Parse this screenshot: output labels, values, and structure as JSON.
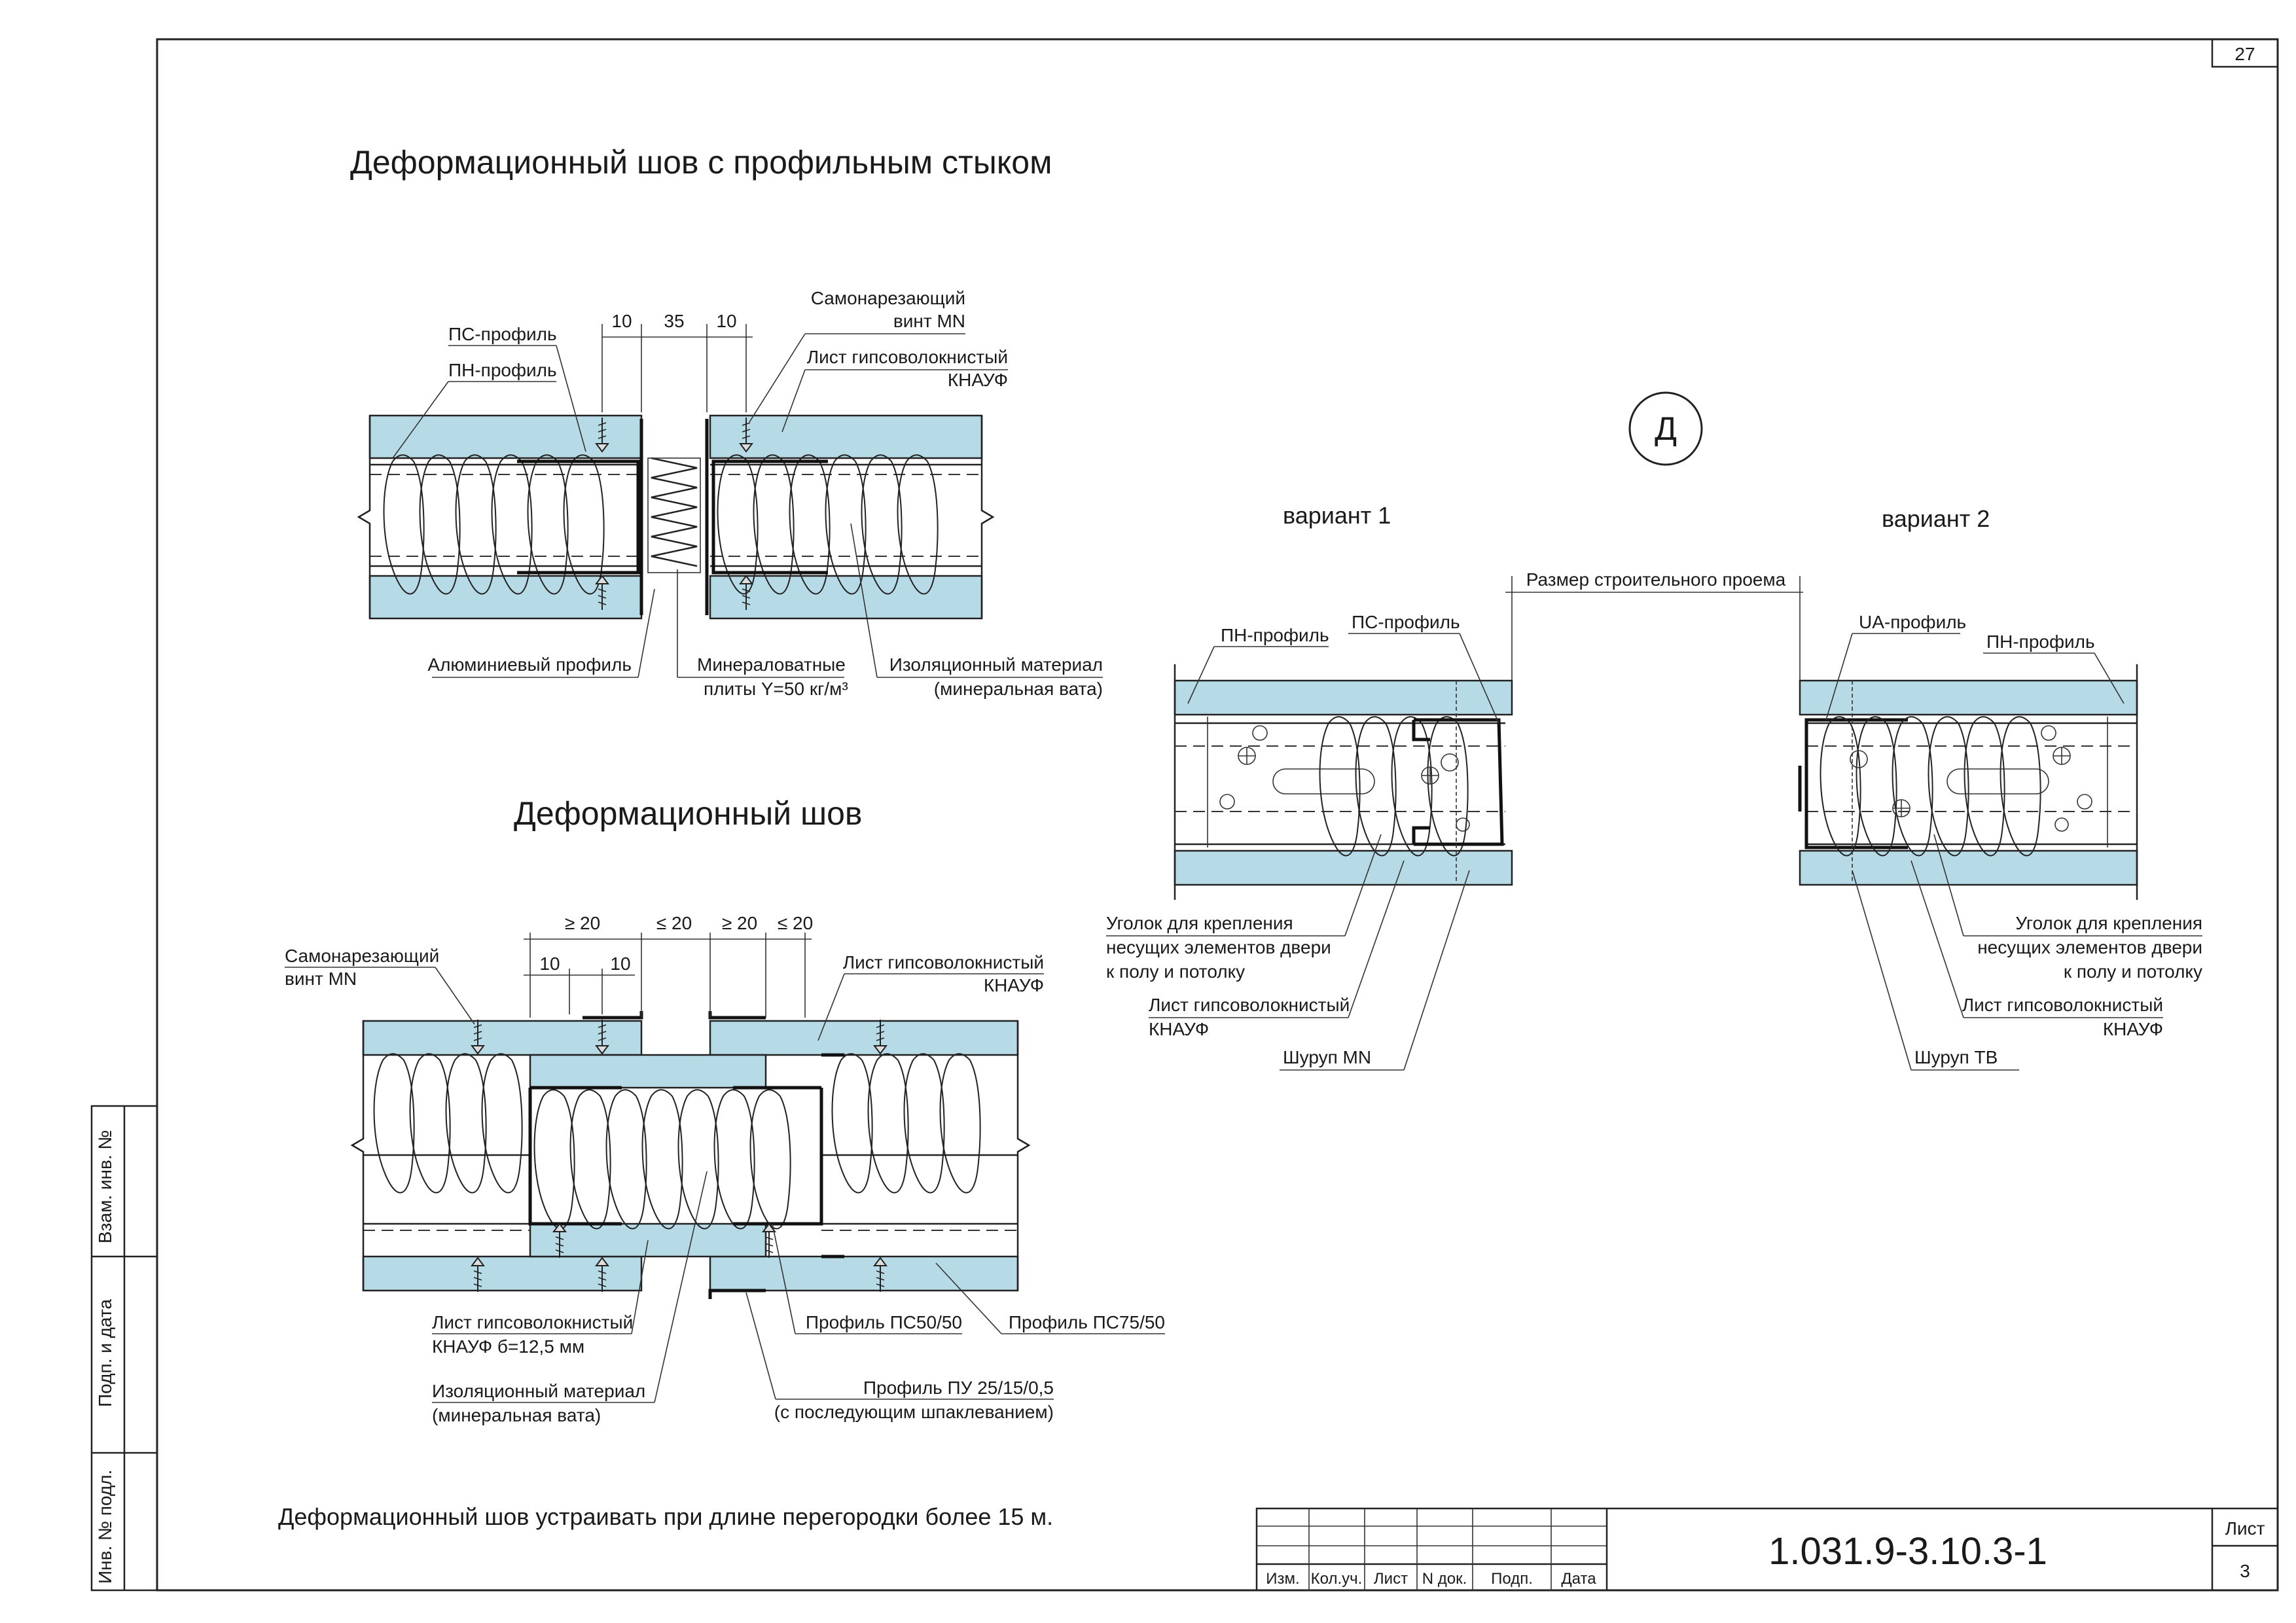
{
  "sheet": {
    "page_number": "27",
    "code": "1.031.9-3.10.3-1",
    "sheet_label": "Лист",
    "sheet_no": "3",
    "stamp_headers": [
      "Изм.",
      "Кол.уч.",
      "Лист",
      "N док.",
      "Подп.",
      "Дата"
    ],
    "side_labels": [
      "Взам. инв. №",
      "Подп. и дата",
      "Инв. № подл."
    ]
  },
  "section1": {
    "title": "Деформационный шов с профильным стыком",
    "dims": [
      "10",
      "35",
      "10"
    ],
    "labels": {
      "ps": "ПС-профиль",
      "pn": "ПН-профиль",
      "screw1": "Самонарезающий",
      "screw2": "винт MN",
      "sheet1": "Лист гипсоволокнистый",
      "sheet2": "КНАУФ",
      "alu": "Алюминиевый профиль",
      "min1": "Минераловатные",
      "min2": "плиты Y=50 кг/м³",
      "ins1": "Изоляционный материал",
      "ins2": "(минеральная вата)"
    }
  },
  "section2": {
    "title": "Деформационный шов",
    "dims": [
      "≥ 20",
      "≤ 20",
      "≥ 20",
      "≤ 20",
      "10",
      "10"
    ],
    "labels": {
      "screw1": "Самонарезающий",
      "screw2": "винт MN",
      "sheet1": "Лист гипсоволокнистый",
      "sheet2": "КНАУФ",
      "sheet_b1": "Лист гипсоволокнистый",
      "sheet_b2": "КНАУФ   б=12,5 мм",
      "ins1": "Изоляционный материал",
      "ins2": "(минеральная вата)",
      "ps50": "Профиль ПС50/50",
      "ps75": "Профиль ПС75/50",
      "pu1": "Профиль ПУ 25/15/0,5",
      "pu2": "(с последующим шпаклеванием)"
    }
  },
  "detail_d": {
    "marker": "Д",
    "variant1": "вариант 1",
    "variant2": "вариант 2",
    "opening": "Размер строительного проема",
    "v1": {
      "pn": "ПН-профиль",
      "ps": "ПС-профиль",
      "corner1": "Уголок для крепления",
      "corner2": "несущих элементов двери",
      "corner3": "к полу и потолку",
      "sheet1": "Лист гипсоволокнистый",
      "sheet2": "КНАУФ",
      "screw": "Шуруп MN"
    },
    "v2": {
      "ua": "UA-профиль",
      "pn": "ПН-профиль",
      "corner1": "Уголок для крепления",
      "corner2": "несущих элементов двери",
      "corner3": "к полу и потолку",
      "sheet1": "Лист гипсоволокнистый",
      "sheet2": "КНАУФ",
      "screw": "Шуруп TB"
    }
  },
  "note": "Деформационный шов устраивать при длине перегородки более 15 м.",
  "colors": {
    "board": "#b7dbe6",
    "line": "#222222"
  }
}
